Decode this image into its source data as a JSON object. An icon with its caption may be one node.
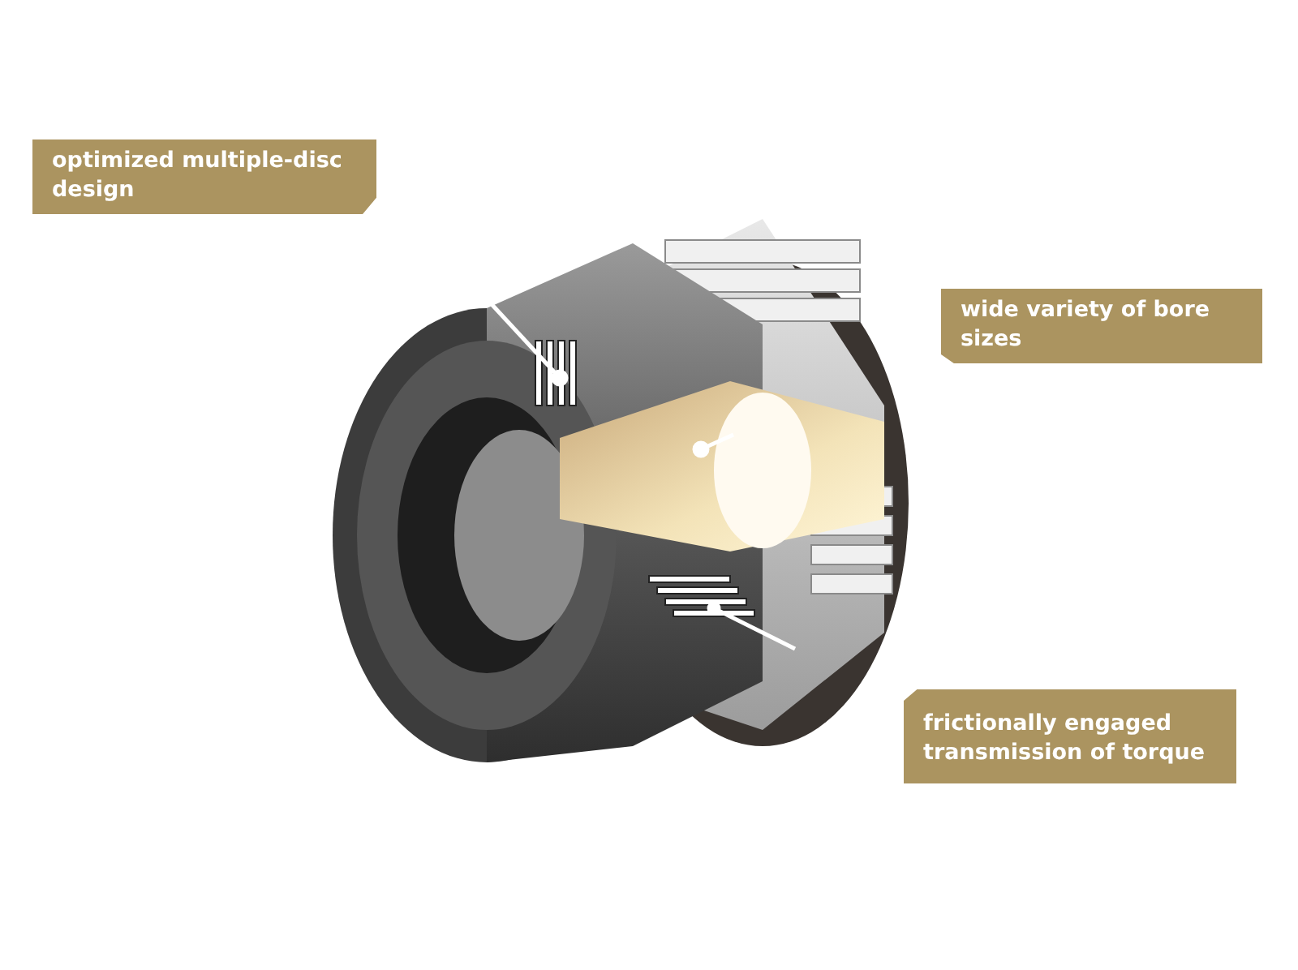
{
  "diagram": {
    "labels": [
      "optimized multiple-disc design",
      "wide variety of bore sizes",
      "frictionally engaged transmission of torque"
    ]
  }
}
